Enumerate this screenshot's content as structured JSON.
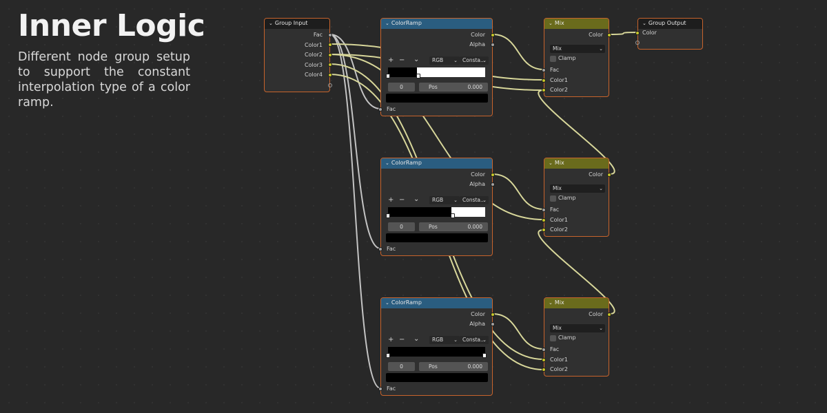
{
  "heading": "Inner Logic",
  "description": "Different node group setup to support the constant interpolation type of a color ramp.",
  "group_input": {
    "title": "Group Input",
    "outputs": [
      "Fac",
      "Color1",
      "Color2",
      "Color3",
      "Color4"
    ]
  },
  "group_output": {
    "title": "Group Output",
    "inputs": [
      "Color"
    ]
  },
  "color_ramps": [
    {
      "title": "ColorRamp",
      "out_color": "Color",
      "out_alpha": "Alpha",
      "add_symbol": "+",
      "remove_symbol": "−",
      "menu_symbol": "⌄",
      "color_mode": "RGB",
      "interpolation": "Consta...",
      "stop_index": "0",
      "pos_label": "Pos",
      "pos_value": "0.000",
      "white_fraction": 0.7,
      "in_fac": "Fac"
    },
    {
      "title": "ColorRamp",
      "out_color": "Color",
      "out_alpha": "Alpha",
      "add_symbol": "+",
      "remove_symbol": "−",
      "menu_symbol": "⌄",
      "color_mode": "RGB",
      "interpolation": "Consta...",
      "stop_index": "0",
      "pos_label": "Pos",
      "pos_value": "0.000",
      "white_fraction": 0.35,
      "in_fac": "Fac"
    },
    {
      "title": "ColorRamp",
      "out_color": "Color",
      "out_alpha": "Alpha",
      "add_symbol": "+",
      "remove_symbol": "−",
      "menu_symbol": "⌄",
      "color_mode": "RGB",
      "interpolation": "Consta...",
      "stop_index": "0",
      "pos_label": "Pos",
      "pos_value": "0.000",
      "white_fraction": 0.0,
      "in_fac": "Fac"
    }
  ],
  "mix_nodes": [
    {
      "title": "Mix",
      "out_color": "Color",
      "blend_mode": "Mix",
      "clamp_label": "Clamp",
      "in_fac": "Fac",
      "in_color1": "Color1",
      "in_color2": "Color2"
    },
    {
      "title": "Mix",
      "out_color": "Color",
      "blend_mode": "Mix",
      "clamp_label": "Clamp",
      "in_fac": "Fac",
      "in_color1": "Color1",
      "in_color2": "Color2"
    },
    {
      "title": "Mix",
      "out_color": "Color",
      "blend_mode": "Mix",
      "clamp_label": "Clamp",
      "in_fac": "Fac",
      "in_color1": "Color1",
      "in_color2": "Color2"
    }
  ],
  "colors": {
    "background": "#282828",
    "node_border": "#c8642c",
    "colorramp_header": "#2a5d80",
    "mix_header": "#6a6b1c",
    "socket_gray": "#a3a3a3",
    "socket_yellow": "#c7c729",
    "wire_gray": "#c4c4c4",
    "wire_yellow": "#d8d79a"
  }
}
